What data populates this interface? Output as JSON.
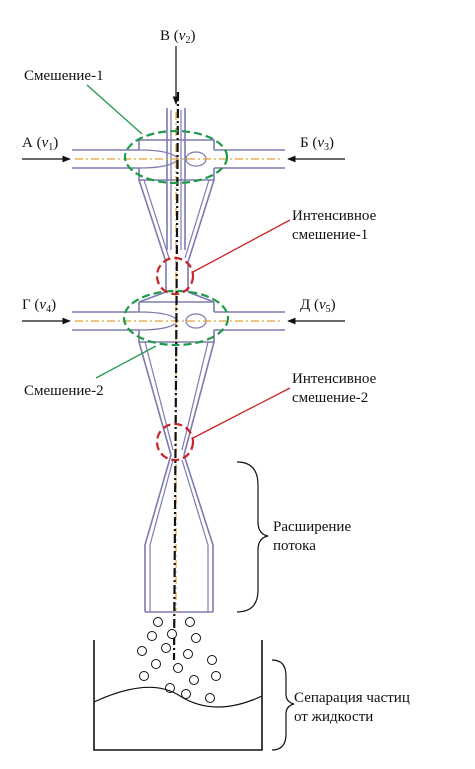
{
  "inlets": {
    "top": {
      "letter": "В",
      "var": "v",
      "sub": "2"
    },
    "left1": {
      "letter": "А",
      "var": "v",
      "sub": "1"
    },
    "right1": {
      "letter": "Б",
      "var": "v",
      "sub": "3"
    },
    "left2": {
      "letter": "Г",
      "var": "v",
      "sub": "4"
    },
    "right2": {
      "letter": "Д",
      "var": "v",
      "sub": "5"
    }
  },
  "zones": {
    "mix1": "Смешение-1",
    "mix2": "Смешение-2",
    "intense1": {
      "line1": "Интенсивное",
      "line2": "смешение-1"
    },
    "intense2": {
      "line1": "Интенсивное",
      "line2": "смешение-2"
    }
  },
  "stages": {
    "expansion": {
      "line1": "Расширение",
      "line2": "потока"
    },
    "separation": {
      "line1": "Сепарация частиц",
      "line2": "от жидкости"
    }
  },
  "colors": {
    "tube": "#7d7bb0",
    "mixing_zone": "#1f9a4a",
    "intense_zone": "#c8252b",
    "flow_axis": "#e8a33a"
  }
}
